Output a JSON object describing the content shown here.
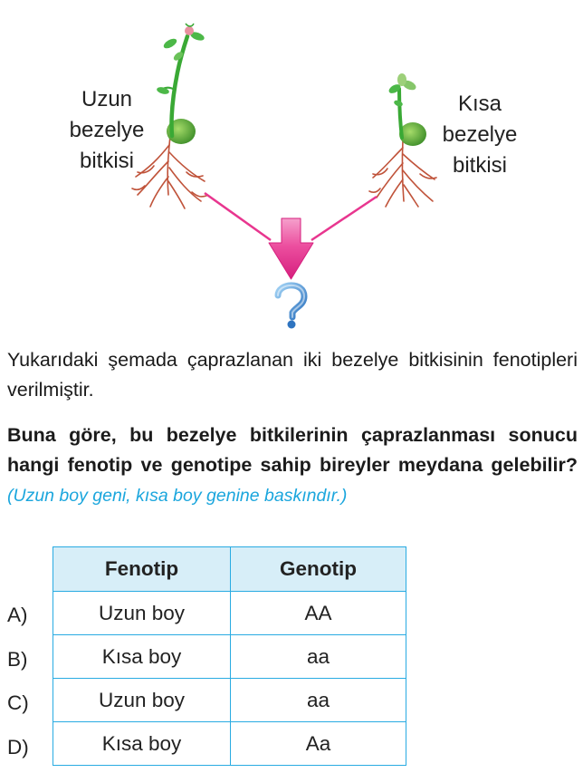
{
  "figure": {
    "left_label": "Uzun\nbezelye\nbitkisi",
    "left_lines": [
      "Uzun",
      "bezelye",
      "bitkisi"
    ],
    "right_lines": [
      "Kısa",
      "bezelye",
      "bitkisi"
    ]
  },
  "intro_text": "Yukarıdaki şemada çaprazlanan iki bezelye bitkisinin fenotipleri verilmiştir.",
  "question": {
    "text": "Buna göre, bu bezelye bitkilerinin çaprazlanması sonucu hangi fenotip ve genotipe sahip bireyler meydana gelebilir?",
    "hint": "(Uzun boy geni, kısa boy genine baskındır.)"
  },
  "table": {
    "headers": [
      "Fenotip",
      "Genotip"
    ],
    "rows": [
      {
        "letter": "A)",
        "fenotip": "Uzun boy",
        "genotip": "AA"
      },
      {
        "letter": "B)",
        "fenotip": "Kısa boy",
        "genotip": "aa"
      },
      {
        "letter": "C)",
        "fenotip": "Uzun boy",
        "genotip": "aa"
      },
      {
        "letter": "D)",
        "fenotip": "Kısa boy",
        "genotip": "Aa"
      }
    ]
  },
  "colors": {
    "arrow": "#e8368f",
    "question_mark": "#4a90d0",
    "hint": "#1ba6dd",
    "table_border": "#29abe2",
    "table_header_bg": "#d7eef8",
    "stem": "#3aa935",
    "root": "#c0533a"
  }
}
